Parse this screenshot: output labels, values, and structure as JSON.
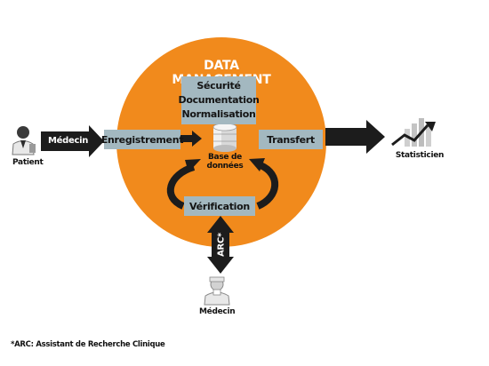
{
  "diagram": {
    "title": "DATA MANAGEMENT",
    "processes": [
      "Sécurité",
      "Documentation",
      "Normalisation"
    ],
    "enregistrement_label": "Enregistrement",
    "database_label": "Base de données",
    "transfert_label": "Transfert",
    "verification_label": "Vérification",
    "medecin_arrow_label": "Médecin",
    "arc_label": "ARC*",
    "patient_label": "Patient",
    "statisticien_label": "Statisticien",
    "medecin_bottom_label": "Médecin",
    "footnote": "*ARC: Assistant de Recherche Clinique",
    "colors": {
      "circle": "#f18a1c",
      "box": "#a3b8c0",
      "arrow": "#1c1c1c"
    }
  }
}
